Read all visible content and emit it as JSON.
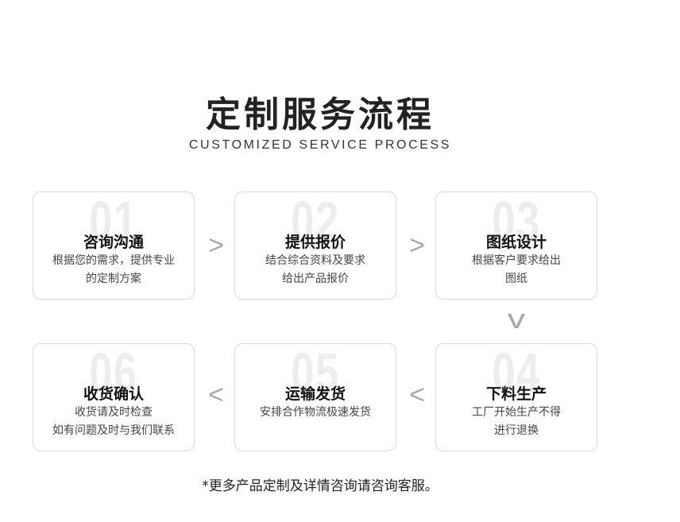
{
  "header": {
    "title": "定制服务流程",
    "subtitle": "CUSTOMIZED SERVICE PROCESS"
  },
  "steps": [
    {
      "num": "01",
      "title": "咨询沟通",
      "line1": "根据您的需求，提供专业",
      "line2": "的定制方案"
    },
    {
      "num": "02",
      "title": "提供报价",
      "line1": "结合综合资料及要求",
      "line2": "给出产品报价"
    },
    {
      "num": "03",
      "title": "图纸设计",
      "line1": "根据客户要求给出",
      "line2": "图纸"
    },
    {
      "num": "04",
      "title": "下料生产",
      "line1": "工厂开始生产不得",
      "line2": "进行退换"
    },
    {
      "num": "05",
      "title": "运输发货",
      "line1": "安排合作物流极速发货",
      "line2": ""
    },
    {
      "num": "06",
      "title": "收货确认",
      "line1": "收货请及时检查",
      "line2": "如有问题及时与我们联系"
    }
  ],
  "arrows": {
    "right": ">",
    "left": "<",
    "down": "v"
  },
  "footer": {
    "note": "*更多产品定制及详情咨询请咨询客服。"
  }
}
